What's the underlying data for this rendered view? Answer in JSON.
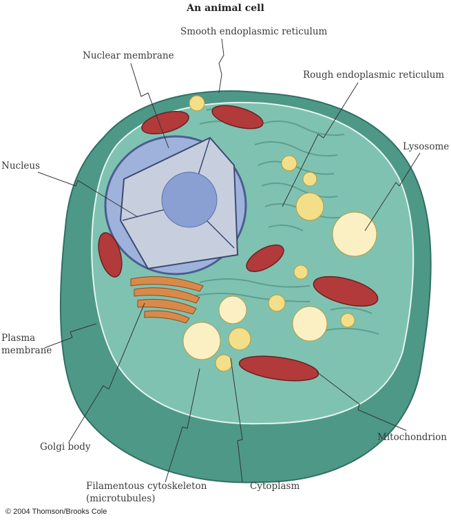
{
  "title": "An animal cell",
  "labels": {
    "smooth_er": "Smooth endoplasmic reticulum",
    "nuclear_membrane": "Nuclear membrane",
    "rough_er": "Rough endoplasmic reticulum",
    "lysosome": "Lysosome",
    "nucleus": "Nucleus",
    "plasma_membrane_1": "Plasma",
    "plasma_membrane_2": "membrane",
    "golgi": "Golgi body",
    "cytoskeleton_1": "Filamentous cytoskeleton",
    "cytoskeleton_2": "(microtubules)",
    "cytoplasm": "Cytoplasm",
    "mitochondrion": "Mitochondrion"
  },
  "copyright": "© 2004 Thomson/Brooks Cole",
  "colors": {
    "cell_outer": "#4e9888",
    "cytoplasm": "#7fc2b2",
    "nucleus": "#9fb2dc",
    "mitochondria": "#b23a3a",
    "vesicle": "#f3df8a",
    "golgi": "#d98a4a"
  }
}
